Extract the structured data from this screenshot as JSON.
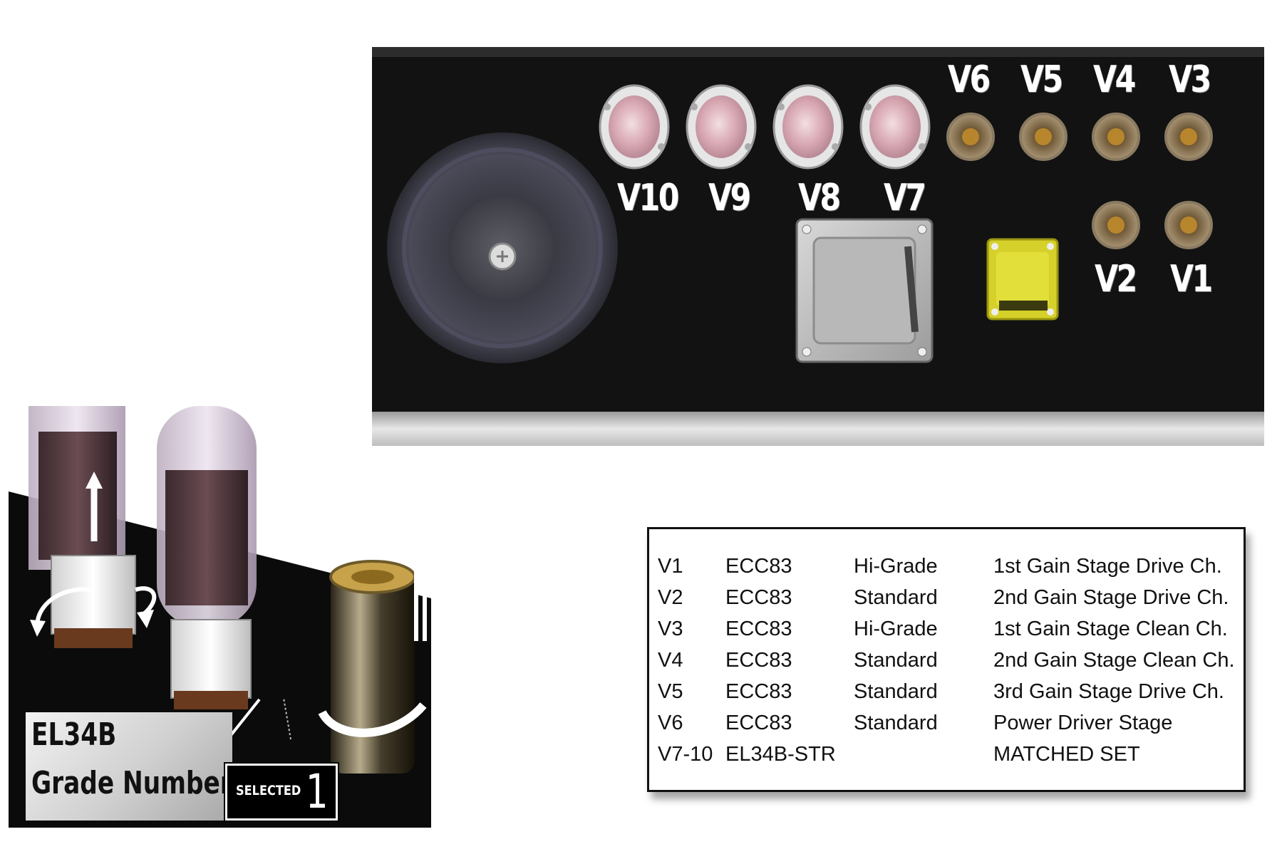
{
  "chassis": {
    "power_tube_labels": [
      "V10",
      "V9",
      "V8",
      "V7"
    ],
    "preamp_top_labels": [
      "V6",
      "V5",
      "V4",
      "V3"
    ],
    "preamp_bottom_labels": [
      "V2",
      "V1"
    ],
    "colors": {
      "chassis": "#121212",
      "transformer": "#d6d02a",
      "socket": "#5a4a33"
    }
  },
  "tube_table": {
    "rows": [
      [
        "V1",
        "ECC83",
        "Hi-Grade",
        "1st Gain Stage Drive Ch."
      ],
      [
        "V2",
        "ECC83",
        "Standard",
        "2nd Gain Stage Drive Ch."
      ],
      [
        "V3",
        "ECC83",
        "Hi-Grade",
        "1st Gain Stage Clean Ch."
      ],
      [
        "V4",
        "ECC83",
        "Standard",
        "2nd Gain Stage Clean Ch."
      ],
      [
        "V5",
        "ECC83",
        "Standard",
        "3rd Gain Stage Drive Ch."
      ],
      [
        "V6",
        "ECC83",
        "Standard",
        "Power Driver Stage"
      ],
      [
        "V7-10",
        "EL34B-STR",
        "",
        "MATCHED SET"
      ]
    ]
  },
  "replacement_illustration": {
    "tube_type": "EL34B",
    "grade_caption": "Grade Number",
    "selected_label": "SELECTED",
    "selected_value": "1"
  }
}
